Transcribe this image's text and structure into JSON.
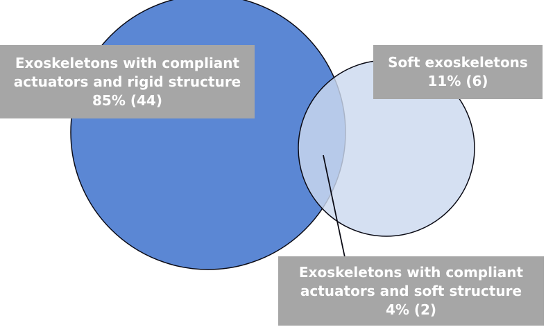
{
  "sets": [
    {
      "id": "rigid",
      "name_line1": "Exoskeletons with compliant",
      "name_line2": "actuators and rigid structure",
      "value": "85% (44)",
      "fill": "#5b87d4",
      "opacity": 1.0
    },
    {
      "id": "soft",
      "name_line1": "Soft exoskeletons",
      "value": "11% (6)",
      "fill": "#ccd9ef",
      "opacity": 0.82
    }
  ],
  "overlap": {
    "name_line1": "Exoskeletons with compliant",
    "name_line2": "actuators and soft structure",
    "value": "4% (2)"
  },
  "colors": {
    "label_bg": "#a6a6a6",
    "label_text": "#ffffff",
    "stroke": "#0a0a14"
  }
}
